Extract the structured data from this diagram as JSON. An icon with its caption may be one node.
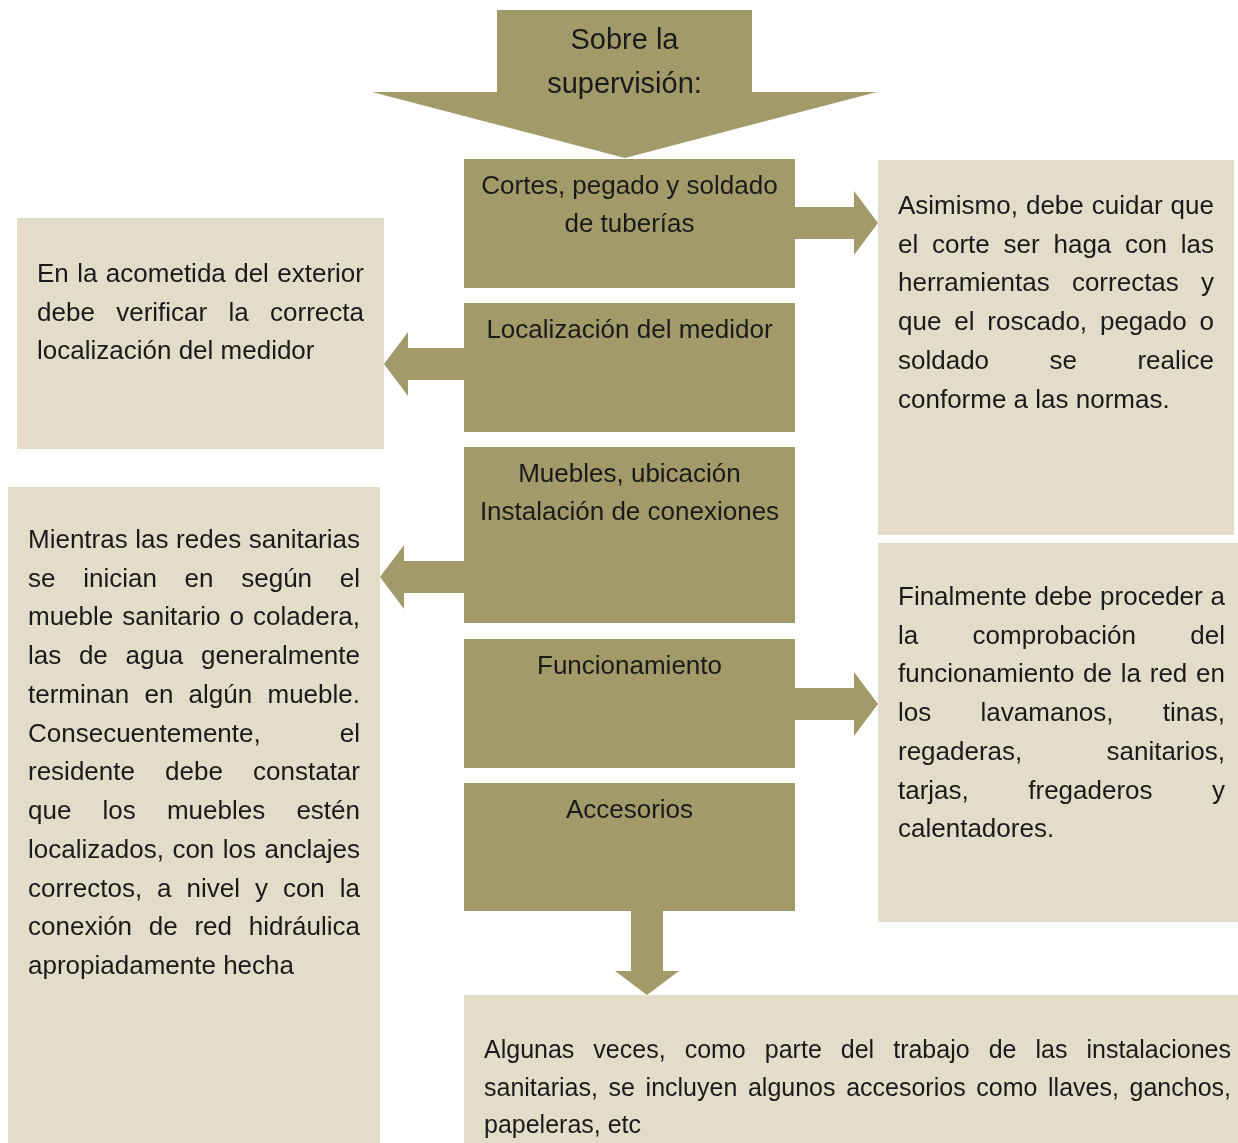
{
  "diagram": {
    "nodes": [
      {
        "text": [
          "Sobre la supervisión:"
        ]
      },
      {
        "text": [
          "Cortes, pegado y soldado de tuberías"
        ]
      },
      {
        "text": [
          "Asimismo, debe cuidar que el corte ser haga con las herramientas correctas y que el roscado, pegado o soldado se realice conforme a las normas."
        ]
      },
      {
        "text": [
          "Localización del medidor"
        ]
      },
      {
        "text": [
          "En la acometida del exterior debe verificar la correcta localización del medidor"
        ]
      },
      {
        "text": [
          "Muebles, ubicación Instalación de conexiones"
        ]
      },
      {
        "text": [
          "Mientras las redes sanitarias se inician en según el mueble sanitario o coladera, las de agua generalmente terminan en algún mueble. Consecuentemente, el residente debe constatar que los muebles estén localizados, con los anclajes correctos, a nivel y con la conexión de red hidráulica apropiadamente hecha"
        ]
      },
      {
        "text": [
          "Funcionamiento"
        ]
      },
      {
        "text": [
          "Finalmente debe proceder a la comprobación del funcionamiento de la red en los lavamanos, tinas, regaderas, sanitarios, tarjas, fregaderos y calentadores."
        ]
      },
      {
        "text": [
          "Accesorios"
        ]
      },
      {
        "text": [
          "Algunas veces, como parte del trabajo de las instalaciones sanitarias, se incluyen algunos accesorios como llaves, ganchos, papeleras, etc"
        ]
      }
    ],
    "edges": [
      {
        "from": 1,
        "to": 2,
        "arrow": "to"
      },
      {
        "from": 3,
        "to": 4,
        "arrow": "to"
      },
      {
        "from": 5,
        "to": 6,
        "arrow": "to"
      },
      {
        "from": 7,
        "to": 8,
        "arrow": "to"
      },
      {
        "from": 9,
        "to": 10,
        "arrow": "to"
      }
    ]
  }
}
